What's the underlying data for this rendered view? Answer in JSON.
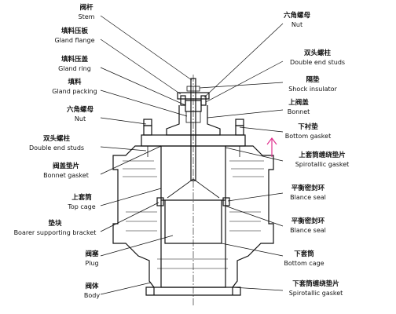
{
  "diagram": {
    "accent_color": "#e0338f",
    "line_color": "#111111",
    "left_labels": [
      {
        "id": "stem",
        "cn": "阀杆",
        "en": "Stem"
      },
      {
        "id": "gland-flange",
        "cn": "填料压板",
        "en": "Gland flange"
      },
      {
        "id": "gland-ring",
        "cn": "填料压盖",
        "en": "Gland ring"
      },
      {
        "id": "gland-packing",
        "cn": "填料",
        "en": "Gland packing"
      },
      {
        "id": "nut-left",
        "cn": "六角螺母",
        "en": "Nut"
      },
      {
        "id": "double-end-studs-left",
        "cn": "双头螺柱",
        "en": "Double end studs"
      },
      {
        "id": "bonnet-gasket",
        "cn": "阀盖垫片",
        "en": "Bonnet gasket"
      },
      {
        "id": "top-cage",
        "cn": "上套筒",
        "en": "Top cage"
      },
      {
        "id": "boarer-supporting-bracket",
        "cn": "垫块",
        "en": "Boarer supporting bracket"
      },
      {
        "id": "plug",
        "cn": "阀塞",
        "en": "Plug"
      },
      {
        "id": "body",
        "cn": "阀体",
        "en": "Body"
      }
    ],
    "right_labels": [
      {
        "id": "nut-right",
        "cn": "六角螺母",
        "en": "Nut"
      },
      {
        "id": "double-end-studs-right",
        "cn": "双头螺柱",
        "en": "Double end studs"
      },
      {
        "id": "shock-insulator",
        "cn": "隔垫",
        "en": "Shock insulator"
      },
      {
        "id": "bonnet",
        "cn": "上阀盖",
        "en": "Bonnet"
      },
      {
        "id": "bottom-gasket",
        "cn": "下衬垫",
        "en": "Bottom gasket"
      },
      {
        "id": "spirotallic-gasket-top",
        "cn": "上套筒缠绕垫片",
        "en": "Spirotallic gasket"
      },
      {
        "id": "blance-seal-1",
        "cn": "平衡密封环",
        "en": "Blance seal"
      },
      {
        "id": "blance-seal-2",
        "cn": "平衡密封环",
        "en": "Blance seal"
      },
      {
        "id": "bottom-cage",
        "cn": "下套筒",
        "en": "Bottom cage"
      },
      {
        "id": "spirotallic-gasket-bottom",
        "cn": "下套筒缠绕垫片",
        "en": "Spirotallic gasket"
      }
    ]
  }
}
